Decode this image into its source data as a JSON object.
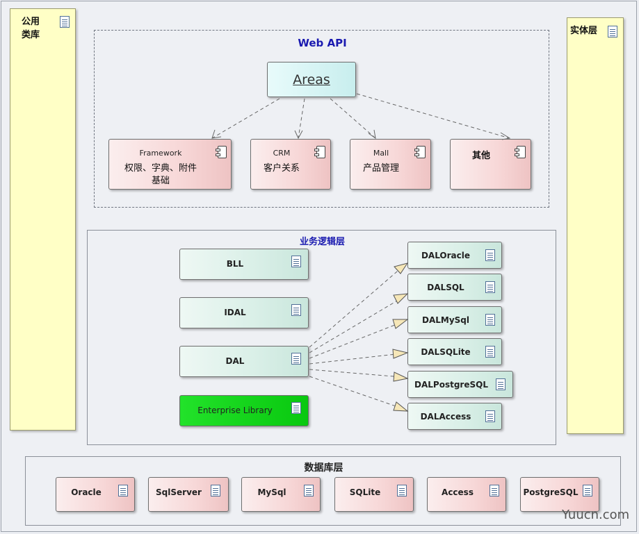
{
  "left_column": {
    "title_line1": "公用",
    "title_line2": "类库",
    "icon": "document-icon"
  },
  "right_column": {
    "title": "实体层",
    "icon": "document-icon"
  },
  "webapi": {
    "title": "Web API",
    "areas": "Areas",
    "modules": [
      {
        "name": "Framework",
        "line1": "权限、字典、附件",
        "line2": "基础",
        "icon": "component-icon"
      },
      {
        "name": "CRM",
        "line1": "客户关系",
        "line2": "",
        "icon": "component-icon"
      },
      {
        "name": "Mall",
        "line1": "产品管理",
        "line2": "",
        "icon": "component-icon"
      },
      {
        "name": "其他",
        "line1": "",
        "line2": "",
        "icon": "component-icon"
      }
    ]
  },
  "business": {
    "title": "业务逻辑层",
    "left_boxes": [
      "BLL",
      "IDAL",
      "DAL",
      "Enterprise Library"
    ],
    "dal_boxes": [
      "DALOracle",
      "DALSQL",
      "DALMySql",
      "DALSQLite",
      "DALPostgreSQL",
      "DALAccess"
    ]
  },
  "database": {
    "title": "数据库层",
    "boxes": [
      "Oracle",
      "SqlServer",
      "MySql",
      "SQLite",
      "Access",
      "PostgreSQL"
    ]
  },
  "colors": {
    "enterprise_library": "#10d016",
    "title_blue": "#1a1ab0",
    "side_yellow": "#ffffc6"
  },
  "watermark": "Yuucn.com"
}
